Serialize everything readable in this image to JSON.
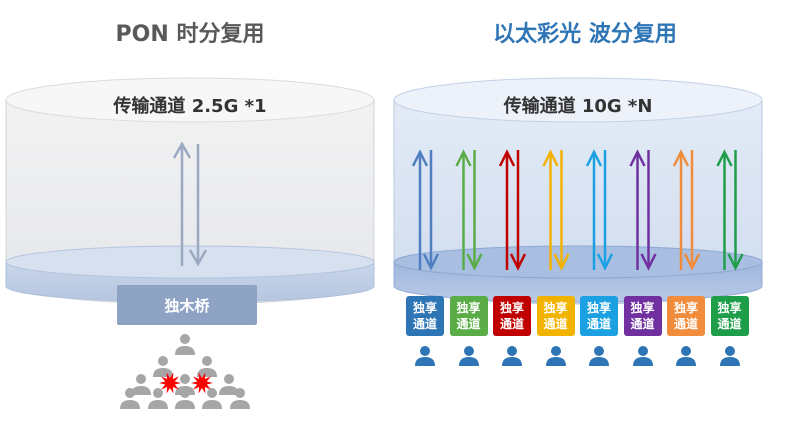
{
  "left": {
    "title": "PON 时分复用",
    "channel_label": "传输通道  2.5G *1",
    "bridge_label": "独木桥"
  },
  "right": {
    "title": "以太彩光 波分复用",
    "channel_label": "传输通道  10G *N",
    "channels": [
      {
        "line1": "独享",
        "line2": "通道",
        "color": "#2e75b6",
        "arrow": "#4f7fc0"
      },
      {
        "line1": "独享",
        "line2": "通道",
        "color": "#5aad46",
        "arrow": "#5aad46"
      },
      {
        "line1": "独享",
        "line2": "通道",
        "color": "#c00000",
        "arrow": "#c00000"
      },
      {
        "line1": "独享",
        "line2": "通道",
        "color": "#f2b200",
        "arrow": "#f2b200"
      },
      {
        "line1": "独享",
        "line2": "通道",
        "color": "#1ba1e2",
        "arrow": "#1ba1e2"
      },
      {
        "line1": "独享",
        "line2": "通道",
        "color": "#7030a0",
        "arrow": "#7030a0"
      },
      {
        "line1": "独享",
        "line2": "通道",
        "color": "#f08c3c",
        "arrow": "#f08c3c"
      },
      {
        "line1": "独享",
        "line2": "通道",
        "color": "#1f9e4a",
        "arrow": "#1f9e4a"
      }
    ]
  },
  "colors": {
    "grey_people": "#a6a6a6",
    "blue_people": "#2e75b6",
    "conflict": "#ff0000"
  },
  "icons": {
    "person": "person-icon",
    "collision": "collision-burst-icon"
  }
}
